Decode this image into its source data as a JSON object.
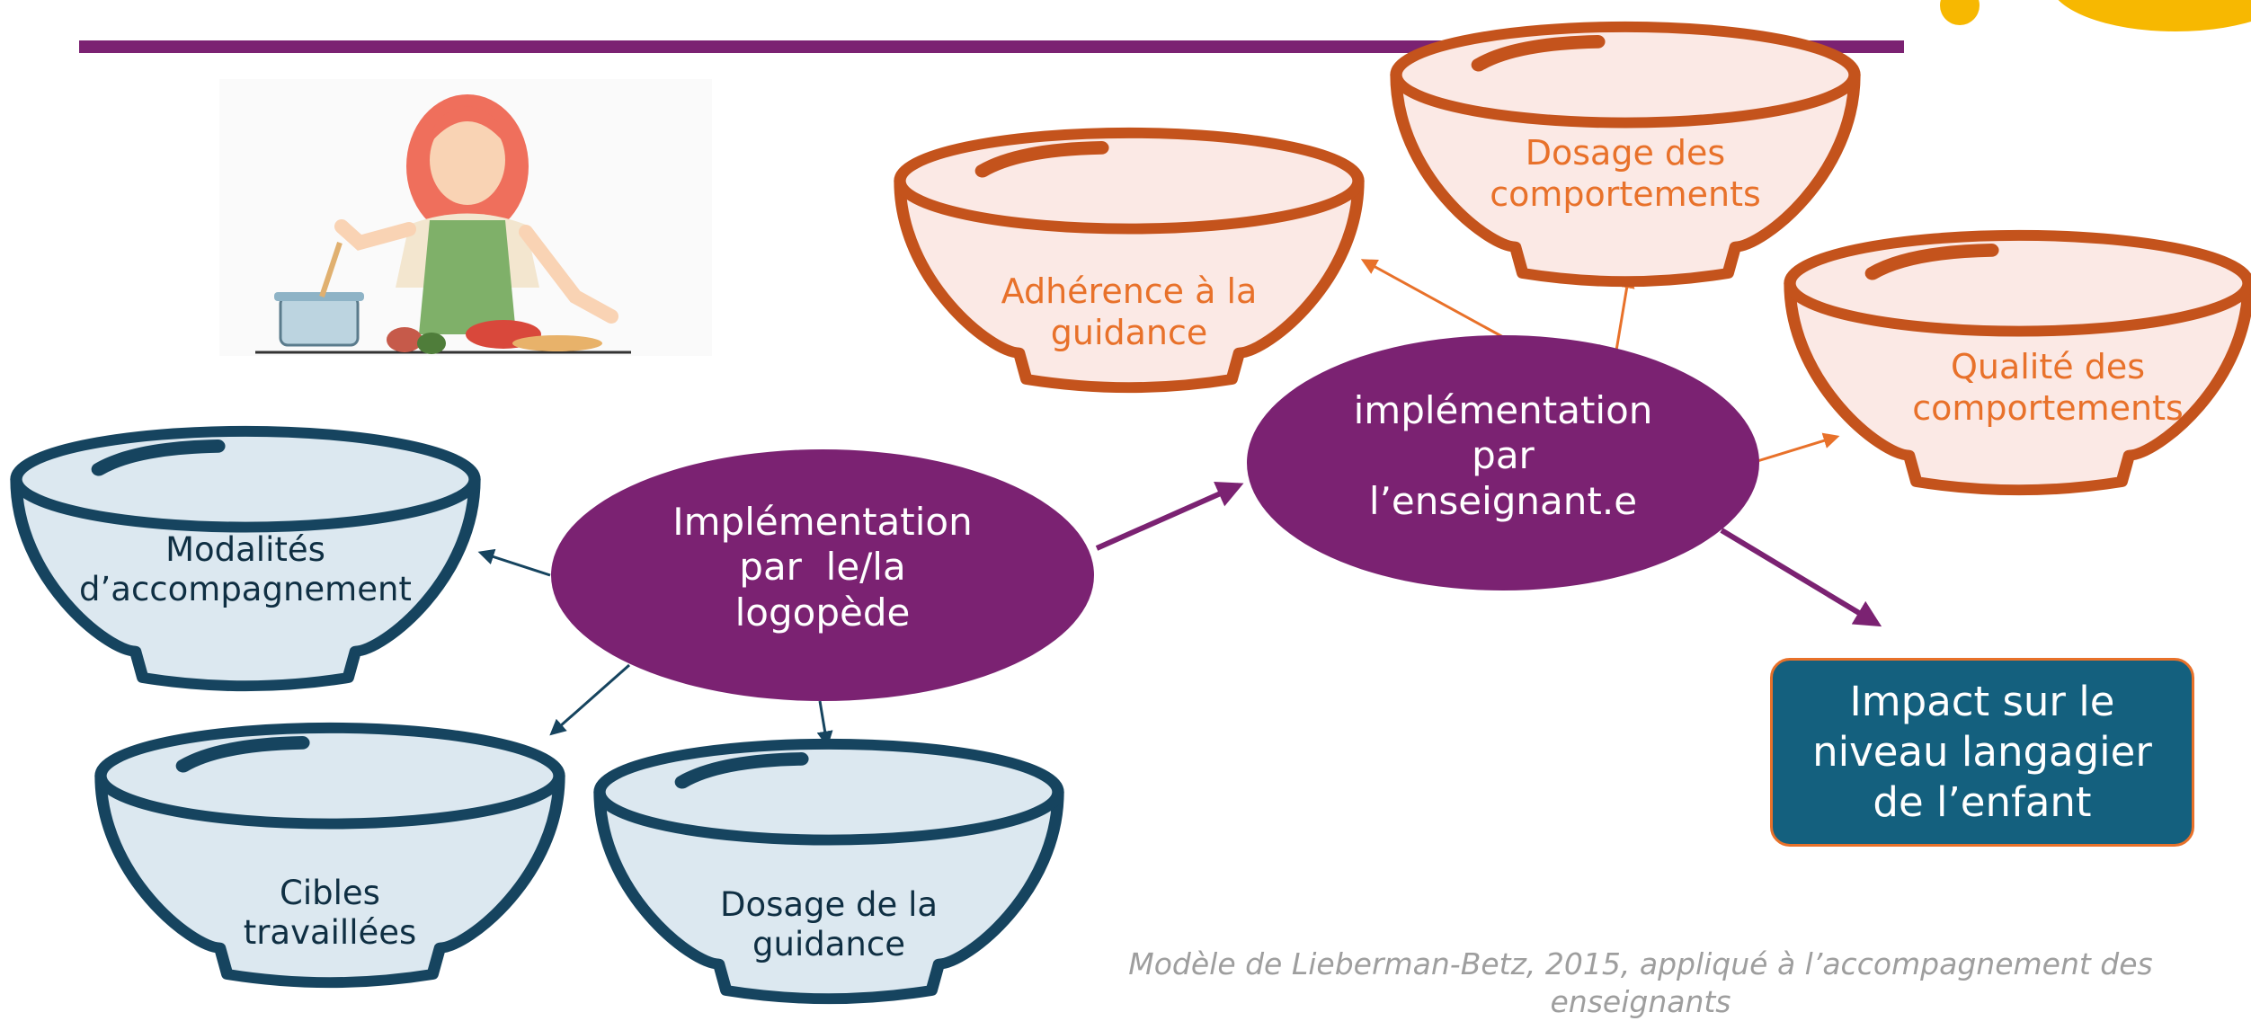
{
  "colors": {
    "purple": "#7b2272",
    "teal": "#16445f",
    "orange": "#c4531c",
    "orange_text": "#e8712a",
    "bowl_fill_teal": "#dce8f0",
    "bowl_fill_orange": "#fbe9e5",
    "impact_box": "#14607e",
    "caption_grey": "#9e9e9e",
    "yellow": "#f7b801"
  },
  "icons": {
    "illustration": "cooking-woman-illustration",
    "bowl": "bowl-icon"
  },
  "center_nodes": {
    "logopede": {
      "lines": [
        "Implémentation",
        "par  le/la",
        "logopède"
      ]
    },
    "enseignant": {
      "lines": [
        "implémentation",
        "par",
        "l’enseignant.e"
      ]
    }
  },
  "teal_bowls": {
    "modalites": {
      "lines": [
        "Modalités",
        "d’accompagnement"
      ]
    },
    "cibles": {
      "lines": [
        "Cibles",
        "travaillées"
      ]
    },
    "dosage_guidance": {
      "lines": [
        "Dosage de la",
        "guidance"
      ]
    }
  },
  "orange_bowls": {
    "adherence": {
      "lines": [
        "Adhérence à la",
        "guidance"
      ]
    },
    "dosage_comportements": {
      "lines": [
        "Dosage des",
        "comportements"
      ]
    },
    "qualite": {
      "lines": [
        "Qualité des",
        "comportements"
      ]
    }
  },
  "outcome": {
    "lines": [
      "Impact sur le",
      "niveau langagier",
      "de l’enfant"
    ]
  },
  "caption": {
    "lines": [
      "Modèle de Lieberman-Betz, 2015, appliqué à l’accompagnement des",
      "enseignants"
    ]
  }
}
